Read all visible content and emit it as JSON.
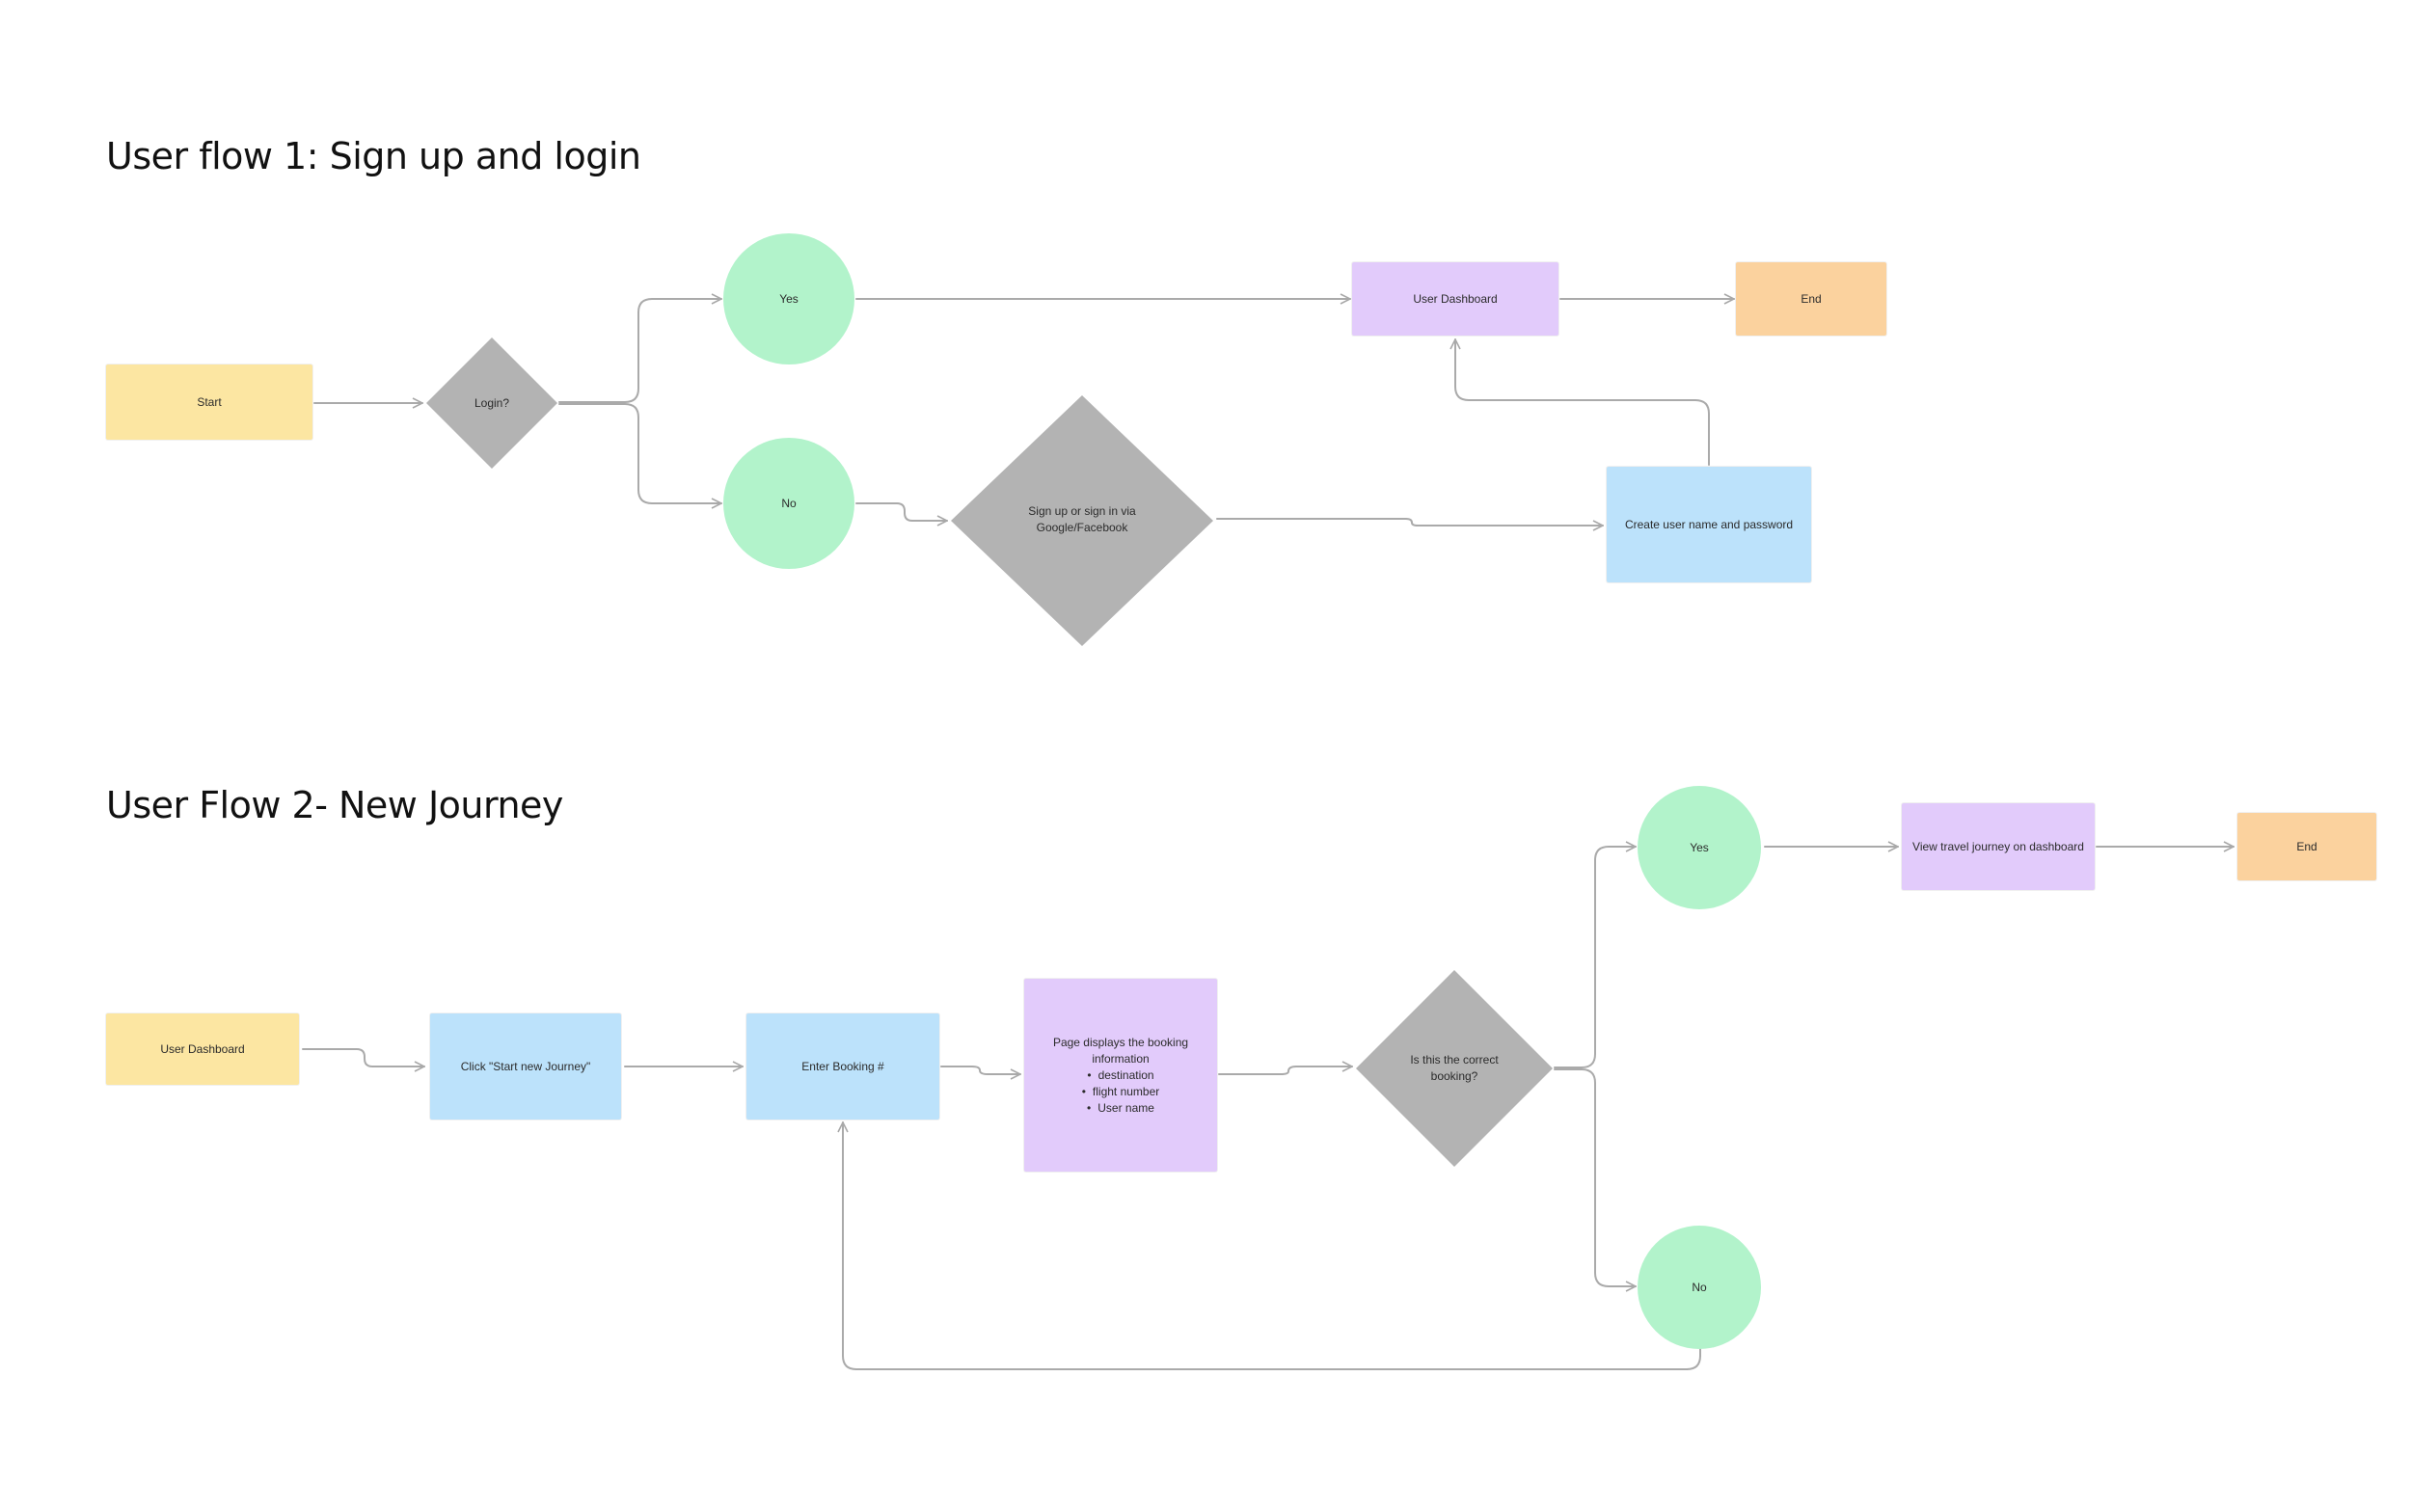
{
  "flow1": {
    "title": "User flow 1: Sign up and login",
    "start": "Start",
    "login": "Login?",
    "yes": "Yes",
    "no": "No",
    "signup": "Sign up or sign in via Google/Facebook",
    "dashboard": "User Dashboard",
    "end": "End",
    "create": "Create user name and password"
  },
  "flow2": {
    "title": "User Flow 2- New Journey",
    "dashboard": "User Dashboard",
    "click_start": "Click \"Start new Journey\"",
    "enter_booking": "Enter Booking #",
    "page_displays": "Page displays the booking information",
    "list": [
      "destination",
      "flight number",
      "User name"
    ],
    "correct": "Is this the correct booking?",
    "yes": "Yes",
    "no": "No",
    "view": "View travel journey on dashboard",
    "end": "End"
  },
  "colors": {
    "start": "#fce6a2",
    "end": "#fbd29e",
    "purple": "#e2cbfb",
    "blue": "#bce2fb",
    "green": "#b2f3cb",
    "decision": "#b3b3b3",
    "connector": "#aaaaaa"
  }
}
